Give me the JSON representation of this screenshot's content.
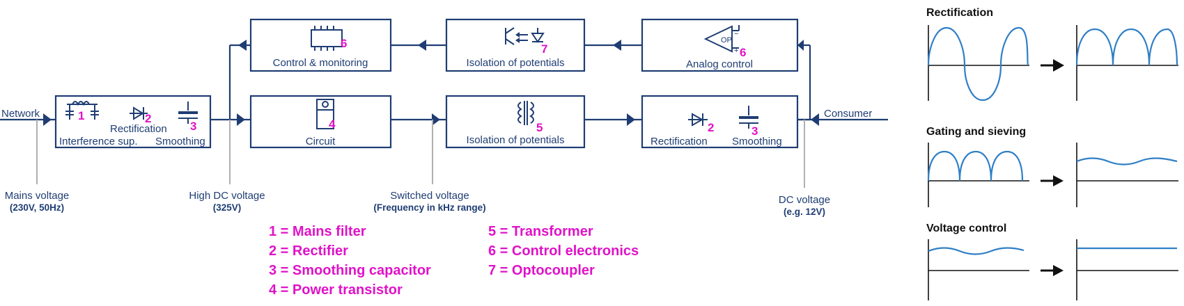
{
  "colors": {
    "line": "#1f3d73",
    "accent": "#e012c8",
    "wave": "#2f7fc6",
    "guide": "#b0b0b0"
  },
  "endpoints": {
    "network": "Network",
    "consumer": "Consumer"
  },
  "blocks": {
    "input": {
      "interference": "Interference sup.",
      "rectification": "Rectification",
      "smoothing": "Smoothing",
      "n_filter": "1",
      "n_rect": "2",
      "n_smooth": "3"
    },
    "circuit": {
      "label": "Circuit",
      "num": "4"
    },
    "isolation_bottom": {
      "label": "Isolation of potentials",
      "num": "5"
    },
    "output": {
      "rectification": "Rectification",
      "smoothing": "Smoothing",
      "n_rect": "2",
      "n_smooth": "3"
    },
    "control": {
      "label": "Control & monitoring",
      "num": "6"
    },
    "isolation_top": {
      "label": "Isolation of potentials",
      "num": "7"
    },
    "analog": {
      "label": "Analog control",
      "num": "6",
      "op": "OP",
      "minus": "−",
      "plus": "+"
    }
  },
  "measurements": [
    {
      "label": "Mains voltage",
      "value": "(230V, 50Hz)"
    },
    {
      "label": "High DC voltage",
      "value": "(325V)"
    },
    {
      "label": "Switched voltage",
      "value": "(Frequency in kHz range)"
    },
    {
      "label": "DC voltage",
      "value": "(e.g. 12V)"
    }
  ],
  "legend": [
    "1 = Mains filter",
    "2 = Rectifier",
    "3 = Smoothing capacitor",
    "4 = Power transistor",
    "5 = Transformer",
    "6 = Control electronics",
    "7 = Optocoupler"
  ],
  "waveforms": [
    {
      "title": "Rectification"
    },
    {
      "title": "Gating and sieving"
    },
    {
      "title": "Voltage control"
    }
  ]
}
